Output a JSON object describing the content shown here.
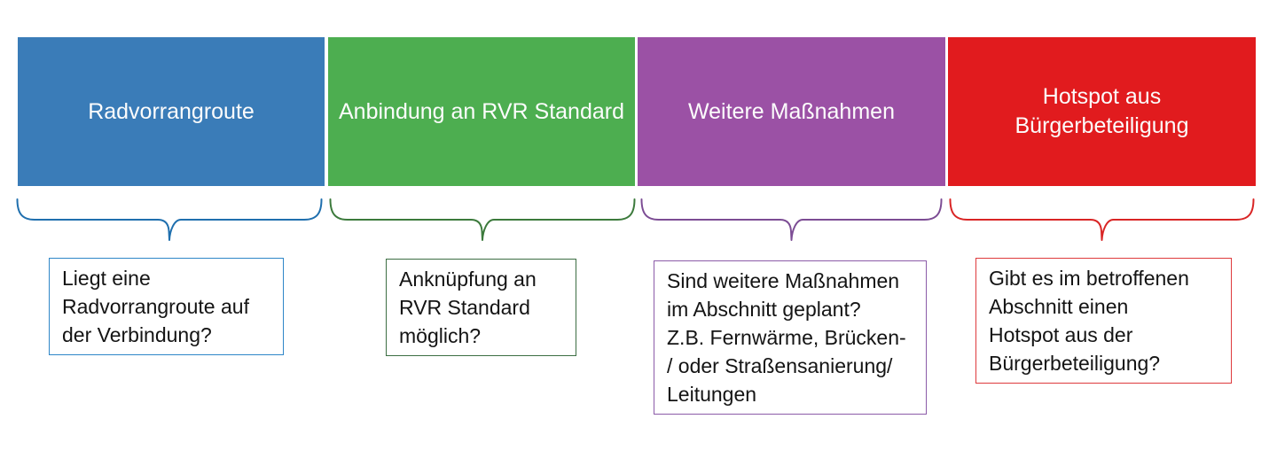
{
  "diagram": {
    "background": "#ffffff",
    "columns": [
      {
        "id": "radvorrangroute",
        "header": "Radvorrangroute",
        "question": "Liegt eine\nRadvorrangroute auf\nder Verbindung?",
        "colors": {
          "box": "#3A7CB8",
          "brace": "#1F6FAE",
          "border": "#2E86C8"
        }
      },
      {
        "id": "anbindung-rvr",
        "header": "Anbindung an RVR Standard",
        "question": "Anknüpfung an\nRVR Standard\nmöglich?",
        "colors": {
          "box": "#4DAE50",
          "brace": "#3C7A3C",
          "border": "#3C6E43"
        }
      },
      {
        "id": "weitere-massnahmen",
        "header": "Weitere Maßnahmen",
        "question": "Sind weitere Maßnahmen\nim Abschnitt geplant?\nZ.B. Fernwärme, Brücken-\n/ oder Straßensanierung/\nLeitungen",
        "colors": {
          "box": "#9B51A5",
          "brace": "#7C4C94",
          "border": "#8B5BA8"
        }
      },
      {
        "id": "hotspot-buergerbeteiligung",
        "header": "Hotspot aus\nBürgerbeteiligung",
        "question": "Gibt es im betroffenen\nAbschnitt einen\nHotspot aus der\nBürgerbeteiligung?",
        "colors": {
          "box": "#E11B1E",
          "brace": "#D92525",
          "border": "#DE3A3C"
        }
      }
    ]
  }
}
